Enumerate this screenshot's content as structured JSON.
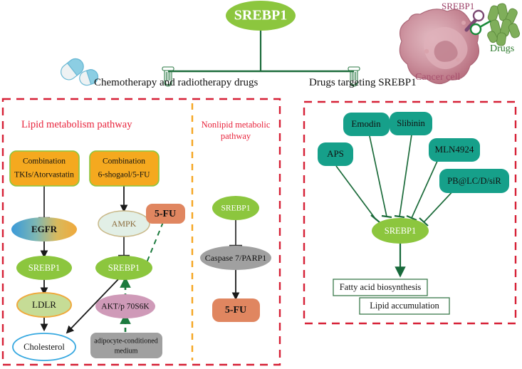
{
  "figure": {
    "title_node": "SREBP1",
    "left_branch_label": "Chemotherapy and radiotherapy drugs",
    "right_branch_label": "Drugs targeting SREBP1",
    "cell_illustration": {
      "srebp1_label": "SREBP1",
      "drugs_label": "Drugs",
      "cancer_cell_label": "Cancer cell"
    }
  },
  "panels": {
    "lipid": {
      "title": "Lipid metabolism pathway",
      "nodes": {
        "combination_tki": "Combination\nTKIs/Atorvastatin",
        "combination_tki_line1": "Combination",
        "combination_tki_line2": "TKIs/Atorvastatin",
        "combination_shogaol_line1": "Combination",
        "combination_shogaol_line2": "6-shogaol/5-FU",
        "egfr": "EGFR",
        "srebp1_left": "SREBP1",
        "ldlr": "LDLR",
        "cholesterol": "Cholesterol",
        "ampk": "AMPK",
        "srebp1_mid": "SREBP1",
        "fivefu": "5-FU",
        "akt": "AKT/p 70S6K",
        "adipocyte_line1": "adipocyte-conditioned",
        "adipocyte_line2": "medium"
      }
    },
    "nonlipid": {
      "title_line1": "Nonlipid metabolic",
      "title_line2": "pathway",
      "nodes": {
        "srebp1": "SREBP1",
        "caspase": "Caspase 7/PARP1",
        "fivefu": "5-FU"
      }
    },
    "drugs": {
      "inhibitors": [
        "APS",
        "Emodin",
        "Slibinin",
        "MLN4924",
        "PB@LC/D/siR"
      ],
      "target": "SREBP1",
      "outcomes": [
        "Fatty acid biosynthesis",
        "Lipid accumulation"
      ]
    }
  },
  "colors": {
    "srebp1_green": "#8cc63e",
    "orange_box": "#f5a91f",
    "teal_box": "#16a08a",
    "dark_green": "#1b6b3a",
    "salmon": "#e08660",
    "gray_node": "#a0a0a0",
    "pink_node": "#cf9ab8",
    "crimson_dash": "#d62036",
    "orange_dash": "#f5a623",
    "ldlr_green": "#c6dc96",
    "ampk_fill": "#e2efe6",
    "cholesterol_border": "#36a8e0",
    "title_red": "#e8243c",
    "cell_pink": "#c98b98",
    "pill_blue": "#8ccee3",
    "drug_green": "#7fae5a"
  }
}
